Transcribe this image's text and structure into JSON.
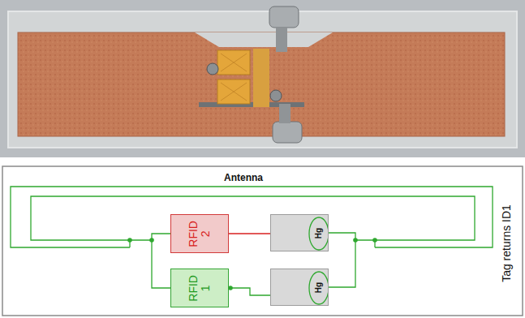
{
  "diagram": {
    "nodes": [
      {
        "text": [
          "RFID 2"
        ]
      },
      {
        "text": [
          "Hg"
        ]
      },
      {
        "text": [
          "RFID 1"
        ]
      },
      {
        "text": [
          "Hg"
        ]
      }
    ],
    "edges": [
      {
        "from": 0,
        "to": 1,
        "arrow": "none"
      },
      {
        "from": 0,
        "to": 2,
        "arrow": "none"
      },
      {
        "from": 1,
        "to": 3,
        "arrow": "none"
      },
      {
        "from": 2,
        "to": 3,
        "arrow": "none"
      }
    ],
    "labels": [
      "Antenna",
      "Tag returns ID1"
    ]
  }
}
